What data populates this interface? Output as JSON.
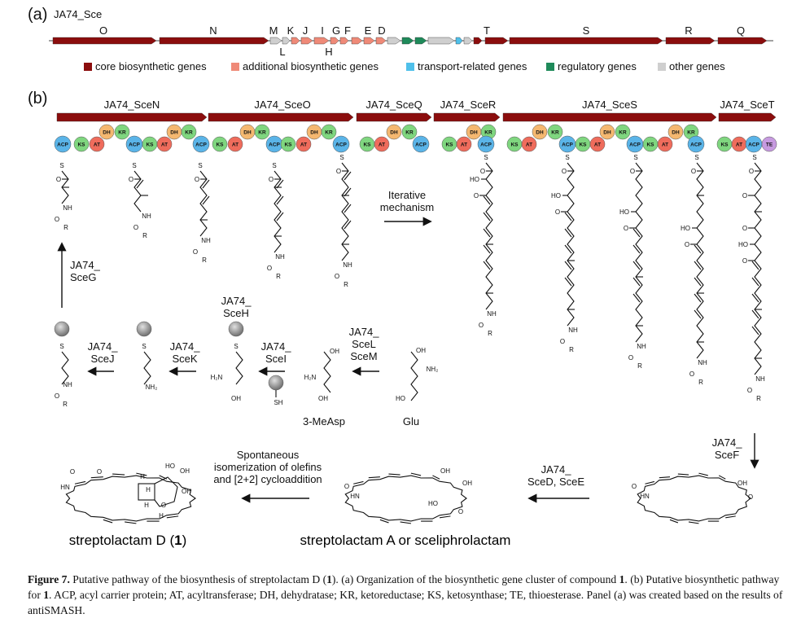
{
  "panel_a": {
    "label": "(a)",
    "cluster_name": "JA74_Sce",
    "gene_labels_top": [
      "O",
      "N",
      "M",
      "K",
      "J",
      "I",
      "G",
      "F",
      "E",
      "D",
      "T",
      "S",
      "R",
      "Q"
    ],
    "gene_labels_bottom": [
      "L",
      "H"
    ],
    "legend": [
      {
        "label": "core biosynthetic genes",
        "color": "#8b0d0d"
      },
      {
        "label": "additional biosynthetic genes",
        "color": "#ef8a78"
      },
      {
        "label": "transport-related genes",
        "color": "#4fc0ea"
      },
      {
        "label": "regulatory genes",
        "color": "#1f8a5a"
      },
      {
        "label": "other genes",
        "color": "#cfcfcf"
      }
    ]
  },
  "panel_b": {
    "label": "(b)",
    "modules": [
      "JA74_SceN",
      "JA74_SceO",
      "JA74_SceQ",
      "JA74_SceR",
      "JA74_SceS",
      "JA74_SceT"
    ],
    "domain_colors": {
      "ACP": "#5ab4e8",
      "KS": "#7fd67f",
      "AT": "#ef6c5c",
      "DH": "#f5b870",
      "KR": "#7fd67f",
      "TE": "#c79ae0"
    },
    "domain_labels": [
      "ACP",
      "KS",
      "AT",
      "DH",
      "KR",
      "TE"
    ],
    "atoms": [
      "S",
      "NH",
      "O",
      "R",
      "HO",
      "H₂N",
      "NH₂",
      "OH",
      "SH",
      "HN",
      "H"
    ],
    "iterative": "Iterative\nmechanism",
    "enzymes": {
      "sceG": "JA74_\nSceG",
      "sceJ": "JA74_\nSceJ",
      "sceK": "JA74_\nSceK",
      "sceH": "JA74_\nSceH",
      "sceI": "JA74_\nSceI",
      "sceLM": "JA74_\nSceL\nSceM",
      "sceF": "JA74_\nSceF",
      "sceDE": "JA74_\nSceD, SceE"
    },
    "substrates": {
      "mead": "3-MeAsp",
      "glu": "Glu"
    },
    "spontaneous": "Spontaneous\nisomerization of olefins\nand [2+2] cycloaddition",
    "product_d": "streptolactam D (",
    "product_d_num": "1",
    "product_d_end": ")",
    "product_a": "streptolactam A or sceliphrolactam"
  },
  "caption": {
    "figure_label": "Figure 7.",
    "text_1": " Putative pathway of the biosynthesis of streptolactam D (",
    "bold_1": "1",
    "text_2": "). (a) Organization of the biosynthetic gene cluster of compound ",
    "bold_2": "1",
    "text_3": ". (b) Putative biosynthetic pathway for ",
    "bold_3": "1",
    "text_4": ". ACP, acyl carrier protein; AT, acyltransferase; DH, dehydratase; KR, ketoreductase; KS, ketosynthase; TE, thioesterase. Panel (a) was created based on the results of antiSMASH."
  }
}
